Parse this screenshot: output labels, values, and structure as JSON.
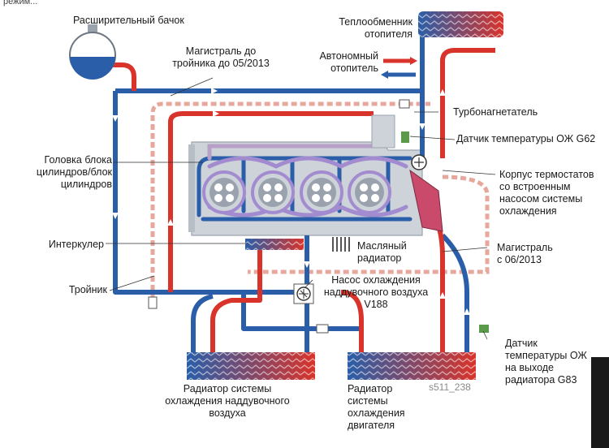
{
  "top_cut_text": "режим...",
  "figure_code": "s511_238",
  "labels": {
    "expansion_tank": "Расширительный бачок",
    "line_to_tee": "Магистраль до\nтройника до 05/2013",
    "heater_exchanger": "Теплообменник\nотопителя",
    "aux_heater": "Автономный\nотопитель",
    "turbocharger": "Турбонагнетатель",
    "sensor_g62": "Датчик температуры ОЖ G62",
    "cylinder_head": "Головка блока\nцилиндров/блок\nцилиндров",
    "thermostat_housing": "Корпус термостатов\nсо встроенным\nнасосом системы\nохлаждения",
    "intercooler": "Интеркулер",
    "oil_cooler": "Масляный\nрадиатор",
    "line_from": "Магистраль\nс 06/2013",
    "tee": "Тройник",
    "pump_v188": "Насос охлаждения\nнаддувочного воздуха\nV188",
    "sensor_g83": "Датчик\nтемпературы ОЖ\nна выходе\nрадиатора G83",
    "charge_air_radiator": "Радиатор системы\nохлаждения наддувочного\nвоздуха",
    "engine_radiator": "Радиатор\nсистемы\nохлаждения\nдвигателя"
  },
  "colors": {
    "hot": "#d8342b",
    "cold": "#2a5ea8",
    "engine_block": "#cdd3d9",
    "tank_water": "#2a5ea8"
  }
}
